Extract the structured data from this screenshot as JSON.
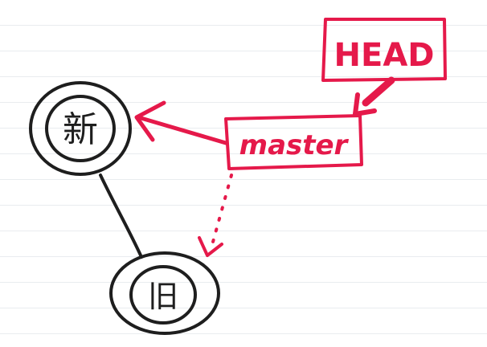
{
  "colors": {
    "accent_red": "#e5194a",
    "ink": "#1e1e1e",
    "paper": "#ffffff",
    "ruled_line": "#e9ecef"
  },
  "labels": {
    "head": "HEAD",
    "branch": "master",
    "new_commit": "新",
    "old_commit": "旧"
  }
}
